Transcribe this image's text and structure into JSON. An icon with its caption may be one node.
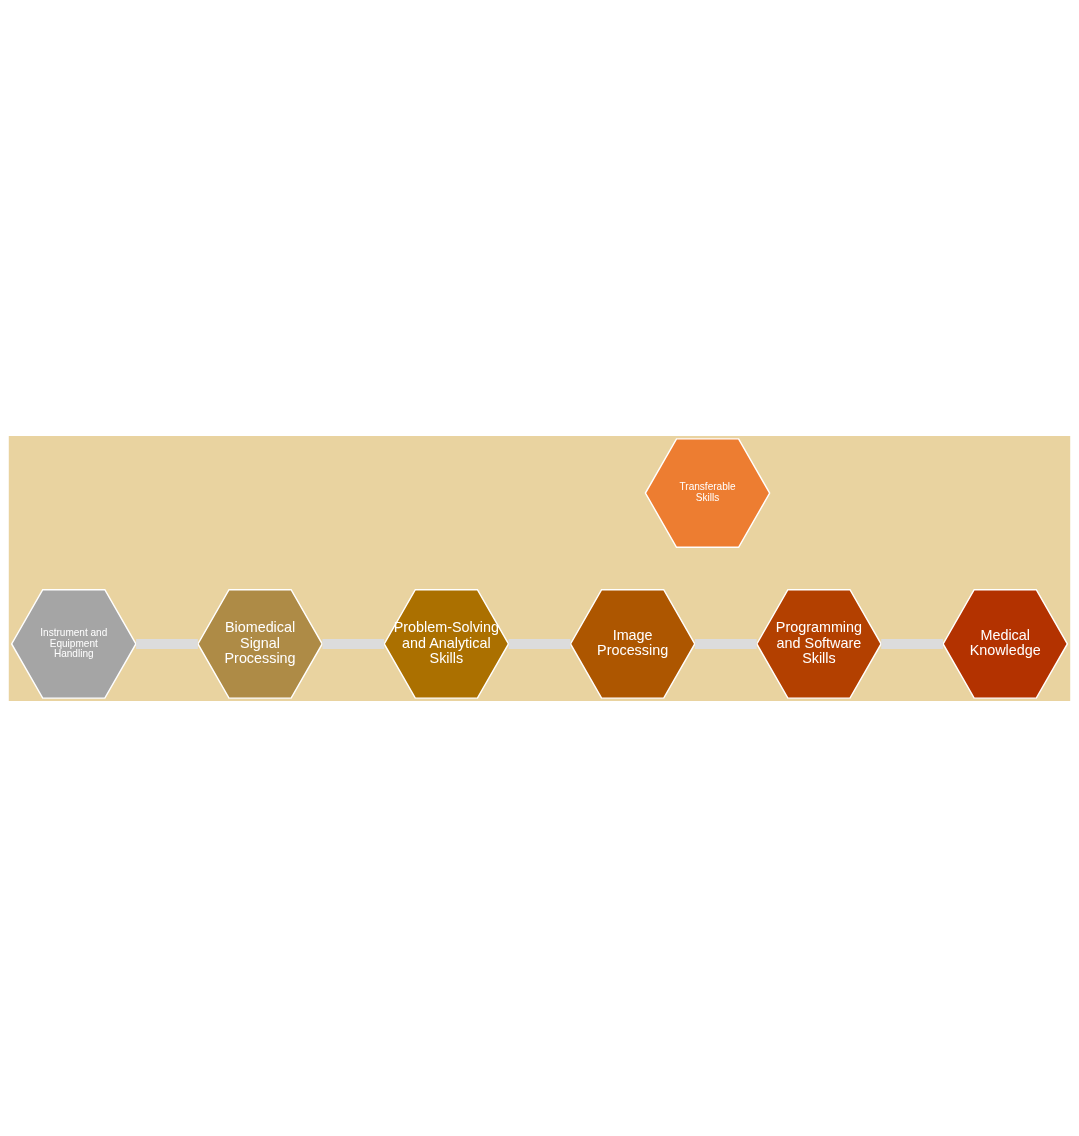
{
  "diagram": {
    "nodes": [
      {
        "text": [
          "Instrument and Equipment Handling"
        ]
      },
      {
        "text": [
          "Medical Knowledge"
        ]
      },
      {
        "text": [
          "Biomedical Signal Processing"
        ]
      },
      {
        "text": [
          "Transferable Skills"
        ]
      },
      {
        "text": [
          "Programming and Software Skills"
        ]
      },
      {
        "text": [
          "Problem-Solving and Analytical Skills"
        ]
      },
      {
        "text": [
          "Image Processing"
        ]
      }
    ],
    "edges": [
      {
        "from": 0,
        "to": 2,
        "arrow": "none"
      },
      {
        "from": 2,
        "to": 5,
        "arrow": "none"
      },
      {
        "from": 5,
        "to": 6,
        "arrow": "none"
      },
      {
        "from": 6,
        "to": 4,
        "arrow": "none"
      },
      {
        "from": 4,
        "to": 1,
        "arrow": "none"
      }
    ]
  }
}
